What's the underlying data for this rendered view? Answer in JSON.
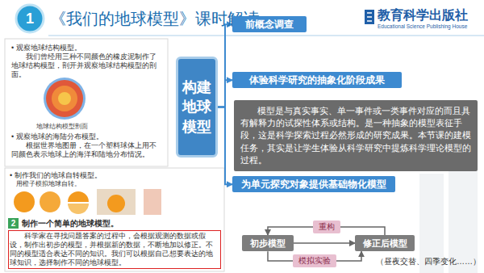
{
  "diagram": {
    "title": "《我们的地球模型》课时解读",
    "nodes": [
      {
        "text": [
          "构建地球模型"
        ]
      },
      {
        "text": [
          "前概念调查"
        ]
      },
      {
        "text": [
          "体验科学研究的抽象化阶段成果"
        ]
      },
      {
        "text": [
          "模型是与真实事实、单一事件或一类事件对应的而且具有解释力的试探性体系或结构。是一种抽象的模型表征手段，这是科学探索过程必然形成的研究成果。本节课的建模任务，其实是让学生体验从科学研究中提炼科学理论模型的过程。"
        ]
      },
      {
        "text": [
          "为单元探究对象提供基础物化模型"
        ]
      },
      {
        "text": [
          "初步模型"
        ]
      },
      {
        "text": [
          "修正后模型"
        ]
      }
    ],
    "edges": [
      {
        "from": 0,
        "to": 1,
        "arrow": "to"
      },
      {
        "from": 0,
        "to": 2,
        "arrow": "to"
      },
      {
        "from": 0,
        "to": 4,
        "arrow": "to"
      },
      {
        "from": 5,
        "to": 6,
        "arrow": "to"
      },
      {
        "from": 6,
        "to": 5,
        "arrow": "to",
        "label": "重构"
      },
      {
        "from": 5,
        "to": 6,
        "arrow": "to",
        "label": "模拟实验"
      }
    ],
    "labels": [
      "1",
      "教育科学出版社",
      "Educational Science Publishing House",
      "• 观察地球结构模型。",
      "我们曾经用三种不同颜色的橡皮泥制作了地球结构模型，剖开并观察地球结构模型的剖面。",
      "地球结构模型剖面",
      "• 观察地球的海陆分布模型。",
      "根据世界地图册，在一个塑料球体上用不同颜色表示地球上的海洋和陆地分布情况。",
      "• 制作我们的地球自转模型。",
      "用橙子模拟地球自转。",
      "2",
      "制作一个简单的地球模型。",
      "科学家在寻找问题答案的过程中，会根据观测的数据或假设，制作出初步的模型，并根据新的数据，不断地加以修正。不同的模型适合表达不同的知识。我们可以根据自己想要表达的地球知识，选择制作不同的地球模型。",
      "（昼夜交替、四季变化……）"
    ]
  }
}
